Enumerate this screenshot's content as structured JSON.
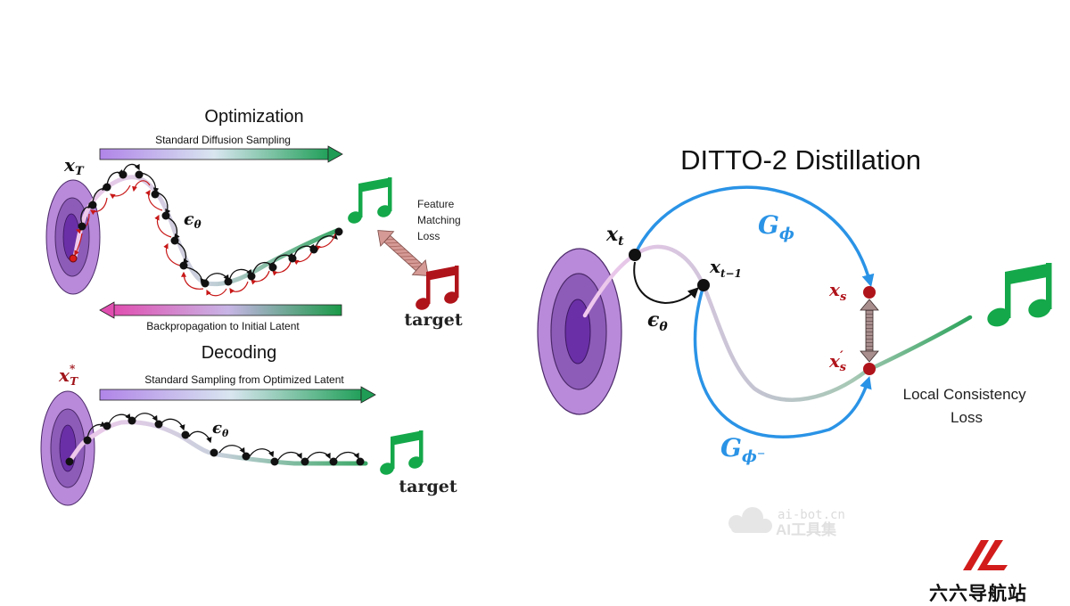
{
  "left_panel": {
    "optimization_title": "Optimization",
    "standard_sampling_label": "Standard Diffusion Sampling",
    "x_T_label": "x",
    "x_T_sub": "T",
    "eps_label": "ϵ",
    "eps_sub": "θ",
    "feature_matching_lines": [
      "Feature",
      "Matching",
      "Loss"
    ],
    "target_label": "target",
    "backprop_label": "Backpropagation to Initial Latent",
    "decoding_title": "Decoding",
    "optimized_sampling_label": "Standard Sampling from Optimized Latent",
    "x_T_star_label": "x",
    "x_T_star_sup": "*",
    "x_T_star_sub": "T",
    "decode_eps_label": "ϵ",
    "decode_eps_sub": "θ",
    "decode_target_label": "target"
  },
  "right_panel": {
    "title": "DITTO-2 Distillation",
    "x_t_label": "x",
    "x_t_sub": "t",
    "x_t1_label": "x",
    "x_t1_sub": "t−1",
    "eps_label": "ϵ",
    "eps_sub": "θ",
    "G_phi_label": "G",
    "G_phi_sub": "ϕ",
    "G_phi_minus_label": "G",
    "G_phi_minus_sub": "ϕ⁻",
    "x_s_label": "x",
    "x_s_sub": "s",
    "x_s_prime_label": "x",
    "x_s_prime_sup": "′",
    "x_s_prime_sub": "s",
    "local_loss_lines": [
      "Local Consistency",
      "Loss"
    ]
  },
  "watermarks": {
    "site_url": "ai-bot.cn",
    "site_name": "AI工具集",
    "logo_text": "六六导航站"
  },
  "colors": {
    "arrow_green": "#1e9c55",
    "music_green": "#14a84a",
    "target_red": "#b0141b",
    "blue_arrow": "#2a93e6",
    "latent_purple": "#8e5bc0",
    "loss_arrow": "#c98a86"
  }
}
